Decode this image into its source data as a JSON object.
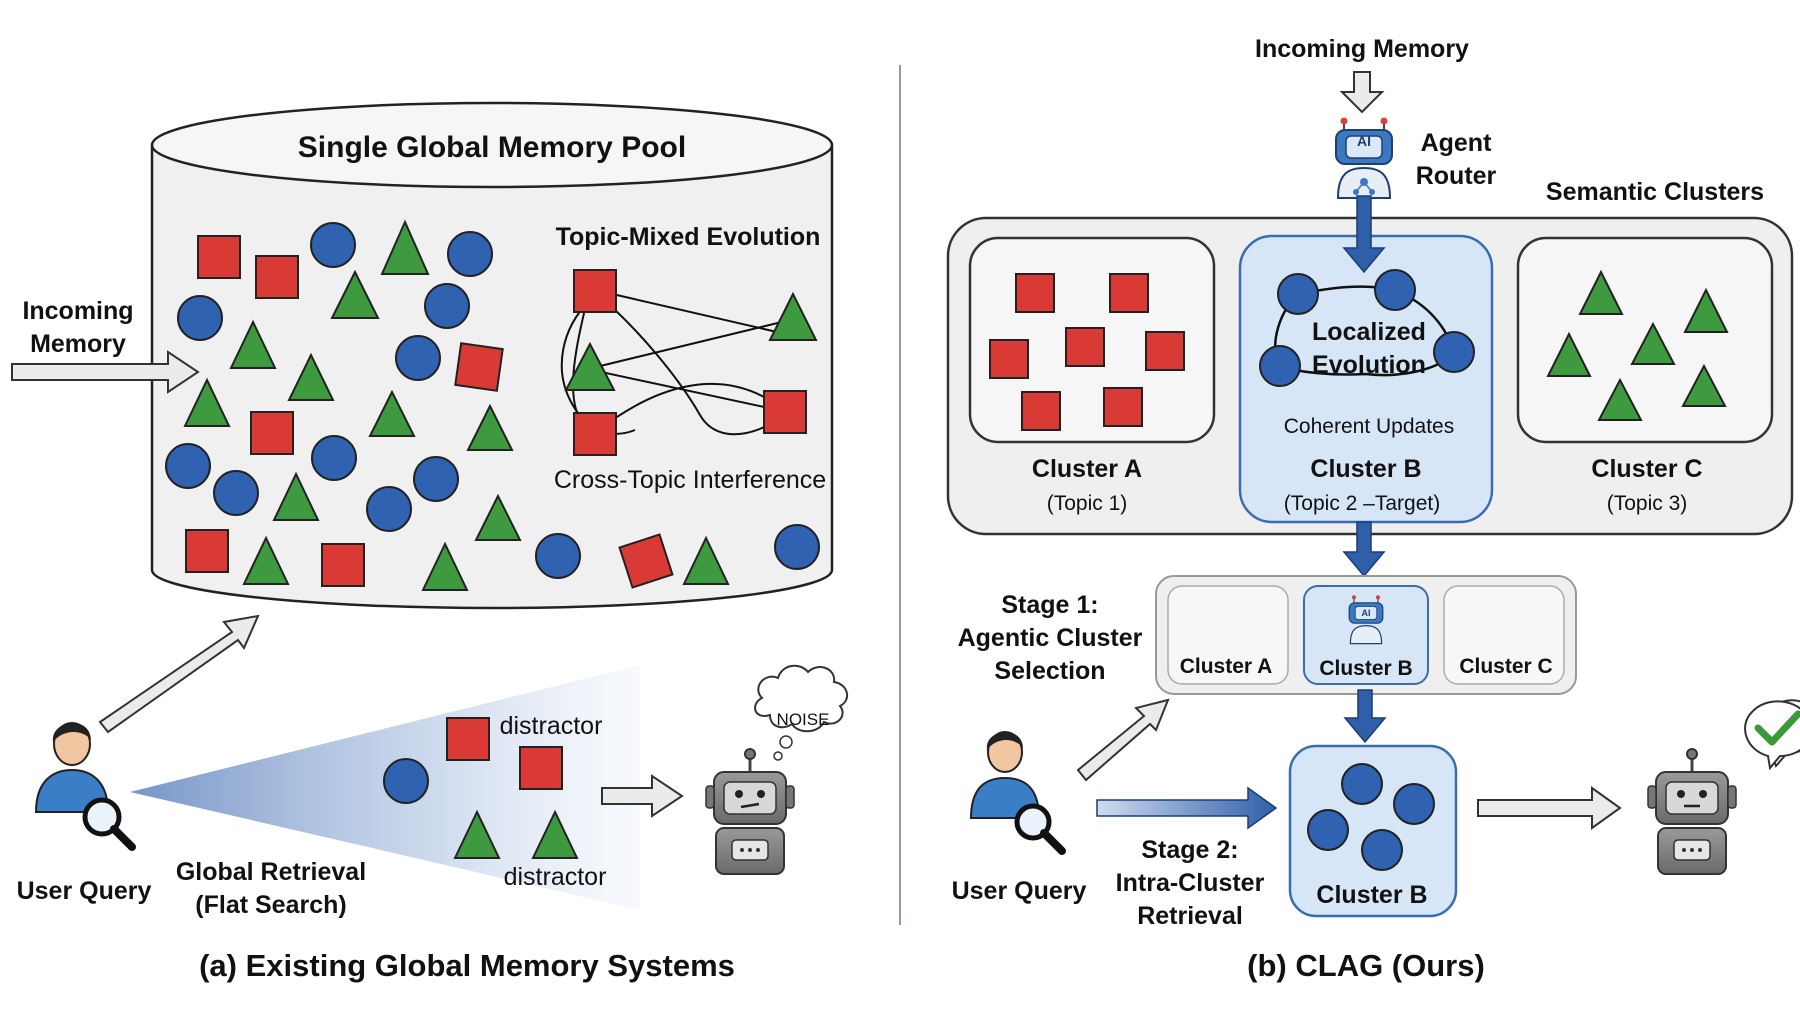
{
  "left_panel": {
    "pool_title": "Single Global Memory Pool",
    "incoming_memory_line1": "Incoming",
    "incoming_memory_line2": "Memory",
    "topic_mixed": "Topic-Mixed Evolution",
    "cross_topic": "Cross-Topic Interference",
    "distractor_top": "distractor",
    "distractor_bottom": "distractor",
    "noise": "NOISE",
    "user_query": "User Query",
    "global_retrieval_line1": "Global Retrieval",
    "global_retrieval_line2": "(Flat Search)",
    "caption": "(a) Existing Global Memory Systems"
  },
  "right_panel": {
    "incoming_memory": "Incoming Memory",
    "agent_line1": "Agent",
    "agent_line2": "Router",
    "ai_badge": "AI",
    "semantic_clusters": "Semantic Clusters",
    "localized_line1": "Localized",
    "localized_line2": "Evolution",
    "coherent_updates": "Coherent Updates",
    "cluster_a": {
      "name": "Cluster A",
      "topic": "(Topic 1)"
    },
    "cluster_b": {
      "name": "Cluster B",
      "topic": "(Topic 2 –Target)"
    },
    "cluster_c": {
      "name": "Cluster C",
      "topic": "(Topic 3)"
    },
    "stage1_line1": "Stage 1:",
    "stage1_line2": "Agentic Cluster",
    "stage1_line3": "Selection",
    "sel_a": "Cluster A",
    "sel_b": "Cluster B",
    "sel_c": "Cluster C",
    "user_query": "User Query",
    "stage2_line1": "Stage 2:",
    "stage2_line2": "Intra-Cluster",
    "stage2_line3": "Retrieval",
    "final_cluster": "Cluster B",
    "caption": "(b) CLAG (Ours)"
  },
  "colors": {
    "red": "#d93a35",
    "blue": "#2f62b0",
    "green": "#3e9a3e",
    "cluster_b_fill": "#d6e6f7",
    "arrow_blue": "#2f5fa8",
    "check_green": "#3a9a3a"
  },
  "icons": [
    "user-search-icon",
    "robot-icon",
    "ai-agent-icon",
    "checkmark-icon",
    "noise-cloud-icon"
  ]
}
